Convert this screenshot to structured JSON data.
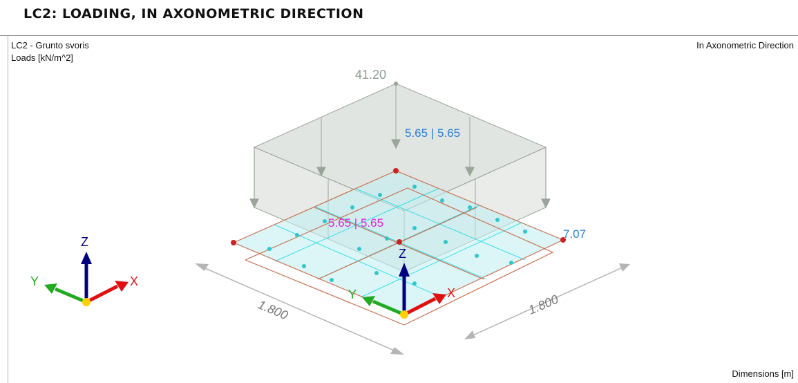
{
  "header": {
    "title": "LC2: LOADING, IN AXONOMETRIC DIRECTION"
  },
  "info": {
    "load_case": "LC2 - Grunto svoris",
    "units": "Loads [kN/m^2]",
    "direction": "In Axonometric Direction",
    "dimensions": "Dimensions [m]"
  },
  "view": {
    "load_value": "41.20",
    "top_values": "5.65 | 5.65",
    "middle_values": "5.65 | 5.65",
    "right_value": "7.07",
    "dim_left": "1.800",
    "dim_right": "1.800",
    "axes": {
      "x": "X",
      "y": "Y",
      "z": "Z"
    },
    "colors": {
      "load_fill": "#c9d0c9",
      "mesh": "#00d8e0",
      "plate_edge": "#c87050",
      "axis_x": "#e01010",
      "axis_y": "#22aa22",
      "axis_z": "#000080",
      "text_blue": "#2b7fd6",
      "text_magenta": "#e020e0"
    }
  }
}
